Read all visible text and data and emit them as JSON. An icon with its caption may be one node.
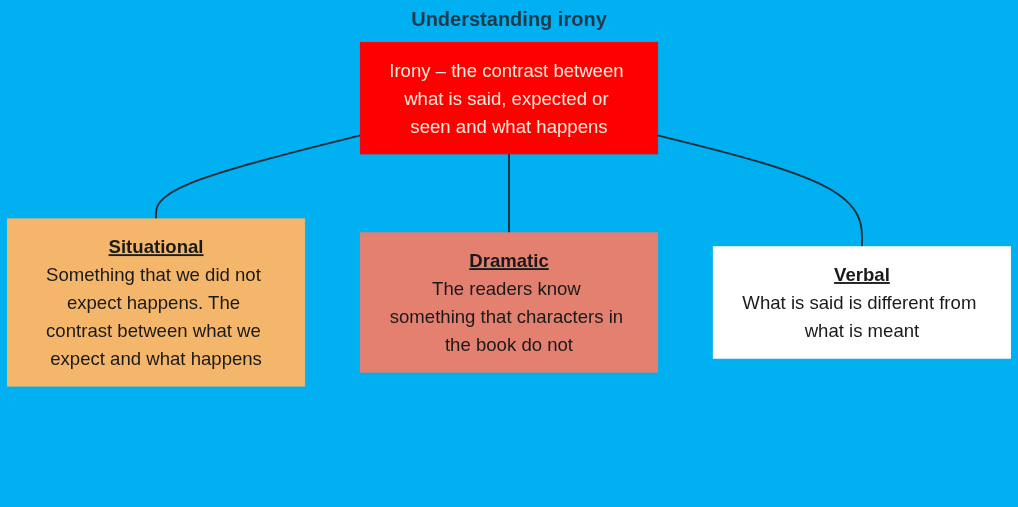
{
  "diagram": {
    "title": "Understanding irony",
    "nodes": [
      {
        "text": [
          "Irony – the contrast between what is said, expected or seen and what happens"
        ]
      },
      {
        "text": [
          "Situational",
          "Something that we did not expect happens. The contrast between what we expect and what happens"
        ]
      },
      {
        "text": [
          "Dramatic",
          "The readers know something that characters in the book do not"
        ]
      },
      {
        "text": [
          "Verbal",
          "What is said is different from what is meant"
        ]
      }
    ],
    "edges": [
      {
        "from": 0,
        "to": 1,
        "arrow": "none"
      },
      {
        "from": 0,
        "to": 2,
        "arrow": "none"
      },
      {
        "from": 0,
        "to": 3,
        "arrow": "none"
      }
    ]
  }
}
